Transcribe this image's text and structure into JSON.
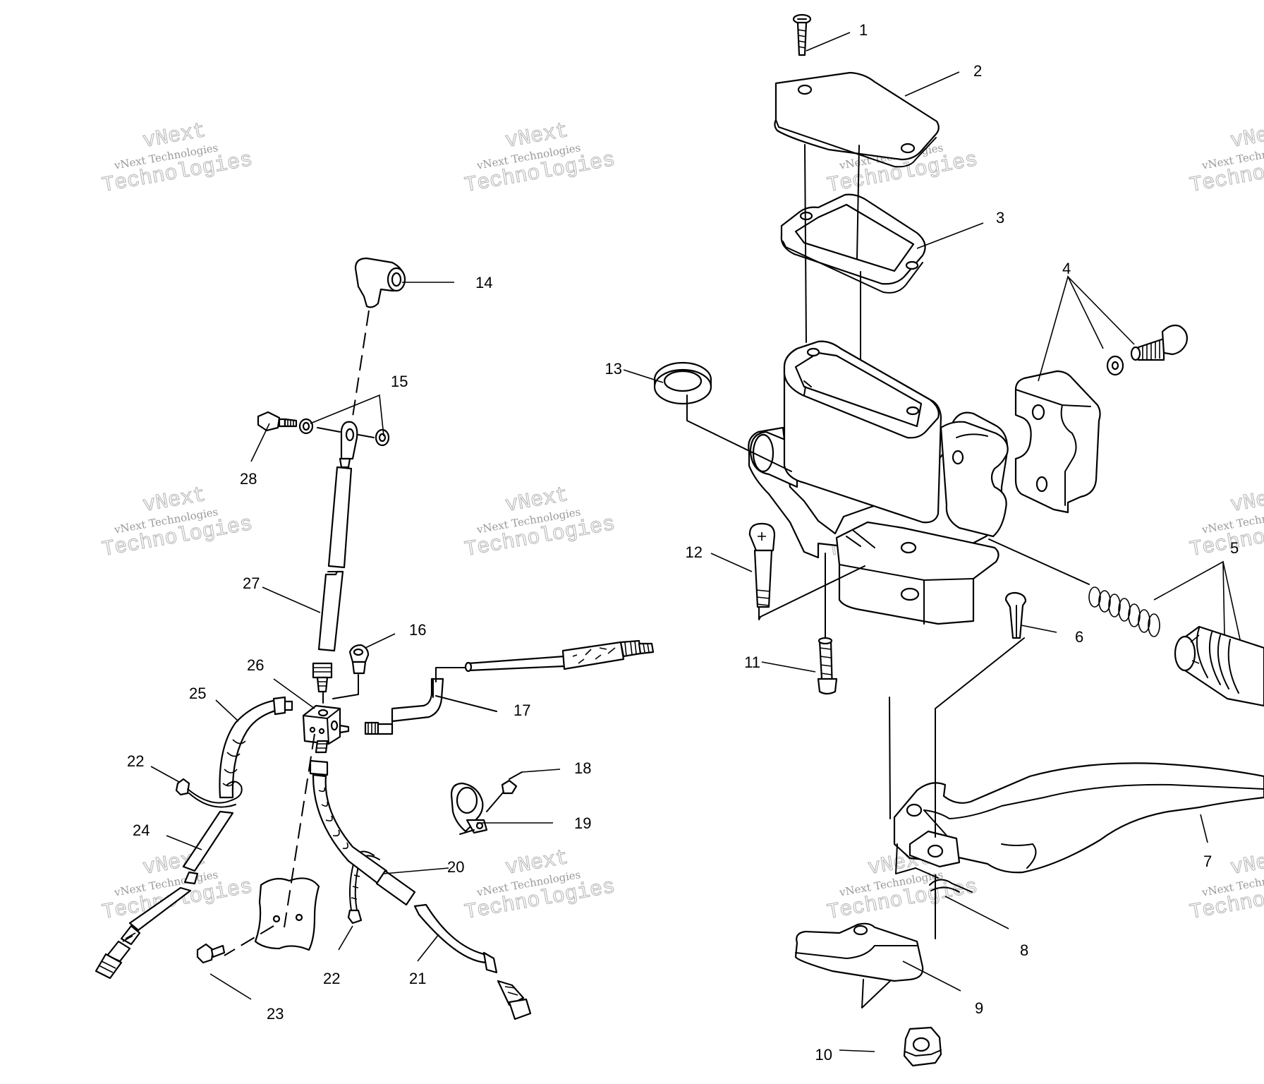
{
  "watermark": {
    "line1": "vNext",
    "line2": "vNext Technologies",
    "line3": "Technologies"
  },
  "callouts": [
    {
      "id": "1",
      "text": "1"
    },
    {
      "id": "2",
      "text": "2"
    },
    {
      "id": "3",
      "text": "3"
    },
    {
      "id": "4",
      "text": "4"
    },
    {
      "id": "5",
      "text": "5"
    },
    {
      "id": "6",
      "text": "6"
    },
    {
      "id": "7",
      "text": "7"
    },
    {
      "id": "8",
      "text": "8"
    },
    {
      "id": "9",
      "text": "9"
    },
    {
      "id": "10",
      "text": "10"
    },
    {
      "id": "11",
      "text": "11"
    },
    {
      "id": "12",
      "text": "12"
    },
    {
      "id": "13",
      "text": "13"
    },
    {
      "id": "14",
      "text": "14"
    },
    {
      "id": "15",
      "text": "15"
    },
    {
      "id": "16",
      "text": "16"
    },
    {
      "id": "17",
      "text": "17"
    },
    {
      "id": "18",
      "text": "18"
    },
    {
      "id": "19",
      "text": "19"
    },
    {
      "id": "20",
      "text": "20"
    },
    {
      "id": "21",
      "text": "21"
    },
    {
      "id": "22a",
      "text": "22"
    },
    {
      "id": "22b",
      "text": "22"
    },
    {
      "id": "23",
      "text": "23"
    },
    {
      "id": "24",
      "text": "24"
    },
    {
      "id": "25",
      "text": "25"
    },
    {
      "id": "26",
      "text": "26"
    },
    {
      "id": "27",
      "text": "27"
    },
    {
      "id": "28",
      "text": "28"
    }
  ]
}
